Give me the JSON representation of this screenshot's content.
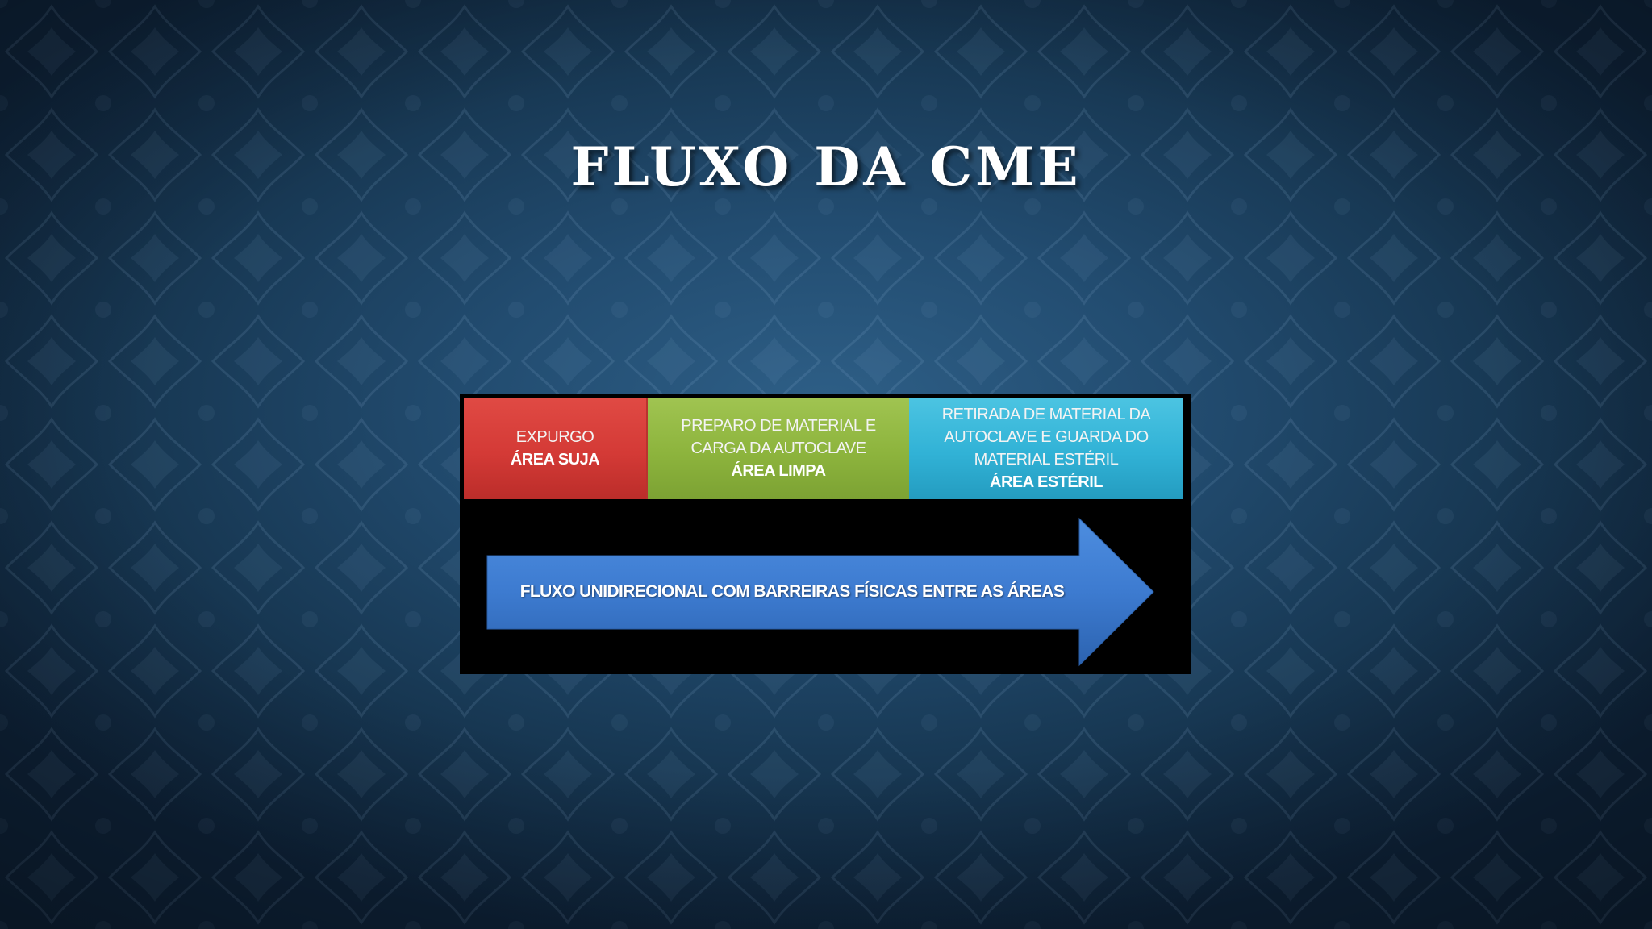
{
  "slide": {
    "title": "FLUXO DA CME"
  },
  "diagram": {
    "areas": [
      {
        "lines": [
          "EXPURGO"
        ],
        "zone": "ÁREA SUJA",
        "color": "#d43a36"
      },
      {
        "lines": [
          "PREPARO DE MATERIAL E",
          "CARGA DA AUTOCLAVE"
        ],
        "zone": "ÁREA LIMPA",
        "color": "#8db43d"
      },
      {
        "lines": [
          "RETIRADA DE MATERIAL DA",
          "AUTOCLAVE E GUARDA DO",
          "MATERIAL ESTÉRIL"
        ],
        "zone": "ÁREA ESTÉRIL",
        "color": "#31b2d6"
      }
    ],
    "arrow": {
      "label": "FLUXO UNIDIRECIONAL COM BARREIRAS FÍSICAS ENTRE AS ÁREAS",
      "color": "#3d7bd0"
    }
  }
}
